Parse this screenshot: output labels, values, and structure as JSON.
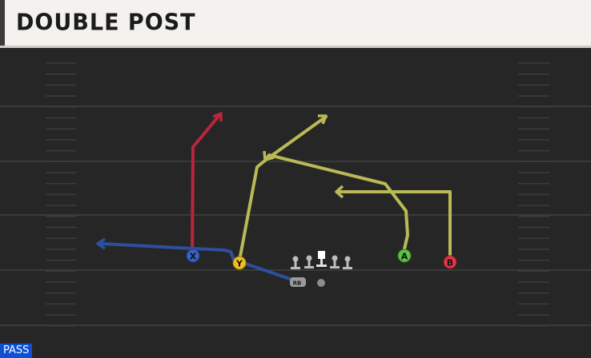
{
  "header": {
    "title": "DOUBLE POST"
  },
  "footer": {
    "play_type": "PASS"
  },
  "players": [
    {
      "id": "x",
      "label": "X",
      "color": "#3a63c6"
    },
    {
      "id": "y",
      "label": "Y",
      "color": "#f0c020"
    },
    {
      "id": "a",
      "label": "A",
      "color": "#5fc14a"
    },
    {
      "id": "b",
      "label": "B",
      "color": "#e2384a"
    },
    {
      "id": "rb",
      "label": "RB",
      "color": "#9a9a9a"
    }
  ],
  "routes": {
    "x_route_color": "#b8263a",
    "y_route_color": "#b9b957",
    "rb_route_color": "#2d4f9e"
  },
  "colors": {
    "field": "#262626",
    "yard_line": "#3a3a3a",
    "hash": "#3c3c3c"
  }
}
